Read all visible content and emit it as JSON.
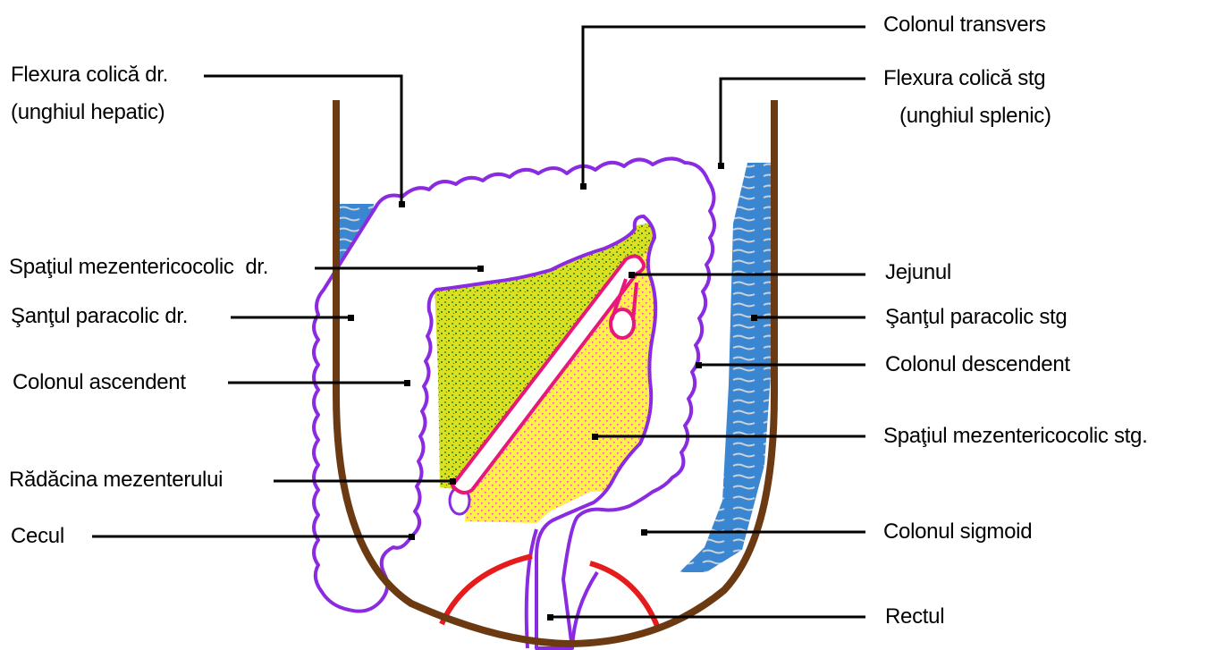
{
  "labels": {
    "flexura_dr_1": "Flexura colică dr.",
    "flexura_dr_2": "(unghiul hepatic)",
    "spatiul_dr": "Spaţiul mezentericocolic  dr.",
    "santul_dr": "Şanţul paracolic dr.",
    "colon_asc": "Colonul ascendent",
    "radacina": "Rădăcina mezenterului",
    "cecul": "Cecul",
    "colon_trans": "Colonul transvers",
    "flexura_stg_1": "Flexura colică stg",
    "flexura_stg_2": "(unghiul splenic)",
    "jejunul": "Jejunul",
    "santul_stg": "Şanţul paracolic stg",
    "colon_desc": "Colonul descendent",
    "spatiul_stg": "Spaţiul mezentericocolic stg.",
    "sigmoid": "Colonul sigmoid",
    "rectul": "Rectul"
  },
  "colors": {
    "abdominal_wall": "#6B3A12",
    "colon_outline": "#8A2BE2",
    "paracolic_gutter": "#3A86D1",
    "right_space_fill": "#A7C91A",
    "left_space_fill": "#FFF14A",
    "mesentery_root": "#E8177A",
    "pelvic_arc": "#E61B1B"
  }
}
